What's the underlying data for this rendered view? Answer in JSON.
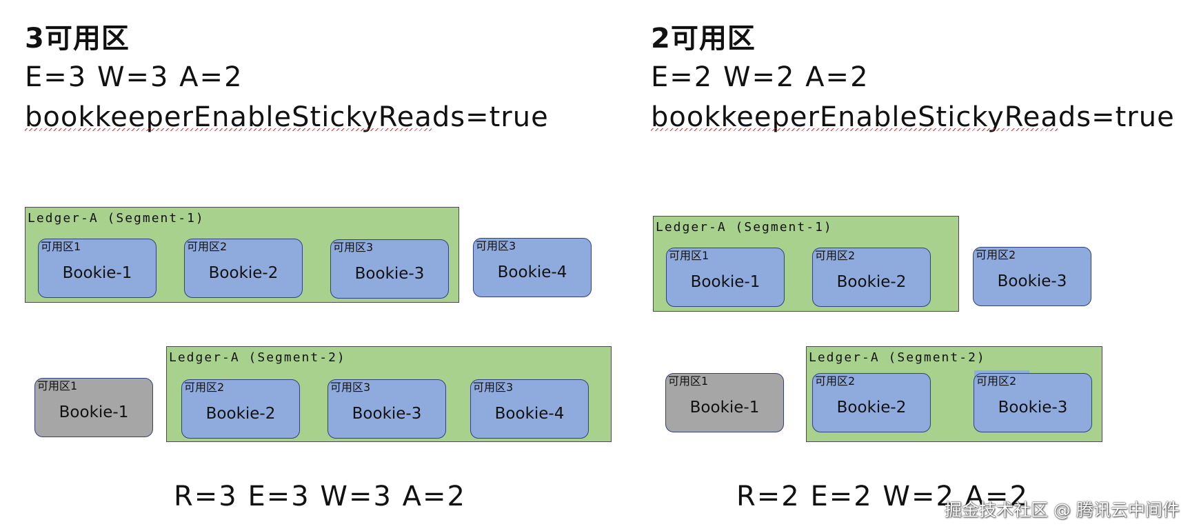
{
  "left": {
    "title": "3可用区",
    "params": "E=3 W=3 A=2",
    "sticky": "bookkeeperEnableStickyReads=true",
    "segment1": {
      "label": "Ledger-A (Segment-1)",
      "bookies": [
        {
          "zone": "可用区1",
          "name": "Bookie-1",
          "state": "active"
        },
        {
          "zone": "可用区2",
          "name": "Bookie-2",
          "state": "active"
        },
        {
          "zone": "可用区3",
          "name": "Bookie-3",
          "state": "active"
        }
      ]
    },
    "extra_bookie": {
      "zone": "可用区3",
      "name": "Bookie-4",
      "state": "active"
    },
    "failed_bookie": {
      "zone": "可用区1",
      "name": "Bookie-1",
      "state": "failed"
    },
    "segment2": {
      "label": "Ledger-A (Segment-2)",
      "bookies": [
        {
          "zone": "可用区2",
          "name": "Bookie-2",
          "state": "active"
        },
        {
          "zone": "可用区3",
          "name": "Bookie-3",
          "state": "active"
        },
        {
          "zone": "可用区3",
          "name": "Bookie-4",
          "state": "active"
        }
      ]
    },
    "formula": "R=3 E=3 W=3 A=2"
  },
  "right": {
    "title": "2可用区",
    "params": "E=2 W=2 A=2",
    "sticky": "bookkeeperEnableStickyReads=true",
    "segment1": {
      "label": "Ledger-A (Segment-1)",
      "bookies": [
        {
          "zone": "可用区1",
          "name": "Bookie-1",
          "state": "active"
        },
        {
          "zone": "可用区2",
          "name": "Bookie-2",
          "state": "active"
        }
      ]
    },
    "extra_bookie": {
      "zone": "可用区2",
      "name": "Bookie-3",
      "state": "active"
    },
    "failed_bookie": {
      "zone": "可用区1",
      "name": "Bookie-1",
      "state": "failed"
    },
    "segment2": {
      "label": "Ledger-A (Segment-2)",
      "bookies": [
        {
          "zone": "可用区2",
          "name": "Bookie-2",
          "state": "active"
        },
        {
          "zone": "可用区2",
          "name": "Bookie-3",
          "state": "active"
        }
      ]
    },
    "formula": "R=2 E=2 W=2 A=2"
  },
  "watermark": "掘金技术社区 @ 腾讯云中间件",
  "colors": {
    "ledger_fill": "#a9d18e",
    "bookie_active": "#8faadc",
    "bookie_failed": "#a6a6a6"
  }
}
